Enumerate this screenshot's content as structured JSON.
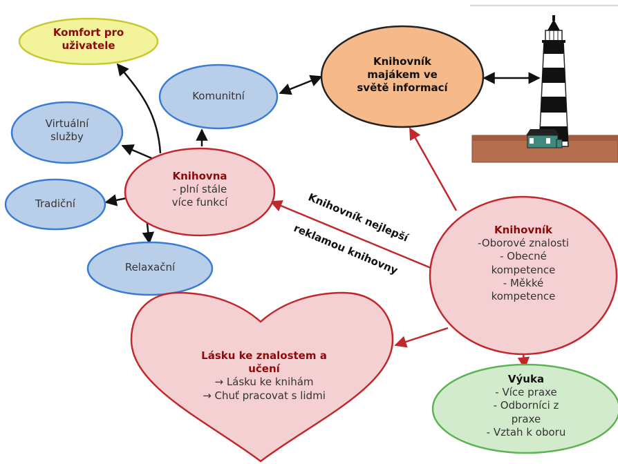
{
  "nodes": {
    "komfort": {
      "title": "Komfort pro",
      "title2": "uživatele"
    },
    "komunitni": {
      "label": "Komunitní"
    },
    "majak": {
      "line1": "Knihovník",
      "line2": "majákem ve",
      "line3": "světě informací"
    },
    "virtualni": {
      "line1": "Virtuální",
      "line2": "služby"
    },
    "tradicni": {
      "label": "Tradiční"
    },
    "relaxacni": {
      "label": "Relaxační"
    },
    "knihovna": {
      "title": "Knihovna",
      "line1": "- plní stále",
      "line2": "více funkcí"
    },
    "knihovnik": {
      "title": "Knihovník",
      "items": [
        "-Oborové znalosti",
        "- Obecné",
        "kompetence",
        "- Měkké",
        "kompetence"
      ]
    },
    "laska": {
      "title": "Lásku ke znalostem a",
      "title2": "učení",
      "items": [
        "→ Lásku ke knihám",
        "→ Chuť pracovat s lidmi"
      ]
    },
    "vyuka": {
      "title": "Výuka",
      "items": [
        "- Více praxe",
        "- Odborníci z",
        "praxe",
        "- Vztah k oboru"
      ]
    }
  },
  "diagonal_label": {
    "line1": "Knihovník nejlepší",
    "line2": "reklamou knihovny"
  },
  "colors": {
    "yellow_fill": "#f3f39c",
    "yellow_stroke": "#c8c832",
    "blue_fill": "#b9cfe9",
    "blue_stroke": "#3a7bd5",
    "orange_fill": "#f6b989",
    "orange_stroke": "#222222",
    "pink_fill": "#f5d0d3",
    "red_stroke": "#c0282d",
    "green_fill": "#d2ebcd",
    "green_stroke": "#5bb352"
  }
}
